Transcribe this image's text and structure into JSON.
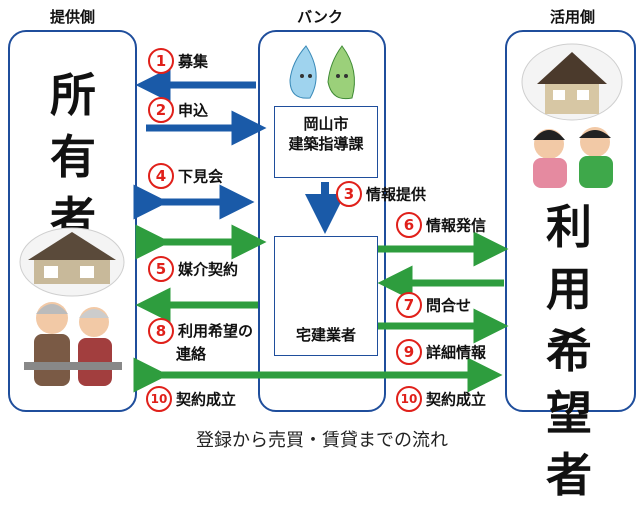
{
  "headers": {
    "left": "提供側",
    "center": "バンク",
    "right": "活用側"
  },
  "owner": [
    "所",
    "有",
    "者"
  ],
  "user": [
    "利",
    "用",
    "希",
    "望",
    "者"
  ],
  "city_office": {
    "line1": "岡山市",
    "line2": "建築指導課"
  },
  "realtor": {
    "label": "宅建業者"
  },
  "steps": [
    {
      "num": "1",
      "text": "募集"
    },
    {
      "num": "2",
      "text": "申込"
    },
    {
      "num": "3",
      "text": "情報提供"
    },
    {
      "num": "4",
      "text": "下見会"
    },
    {
      "num": "5",
      "text": "媒介契約"
    },
    {
      "num": "6",
      "text": "情報発信"
    },
    {
      "num": "7",
      "text": "問合せ"
    },
    {
      "num": "8",
      "text": "利用希望の",
      "text2": "連絡"
    },
    {
      "num": "9",
      "text": "詳細情報"
    },
    {
      "num": "10",
      "text": "契約成立"
    },
    {
      "num": "10",
      "text": "契約成立"
    }
  ],
  "caption": "登録から売買・賃貸までの流れ",
  "colors": {
    "blue": "#1a5aa8",
    "green": "#2e9d3e",
    "red": "#e0201a"
  }
}
